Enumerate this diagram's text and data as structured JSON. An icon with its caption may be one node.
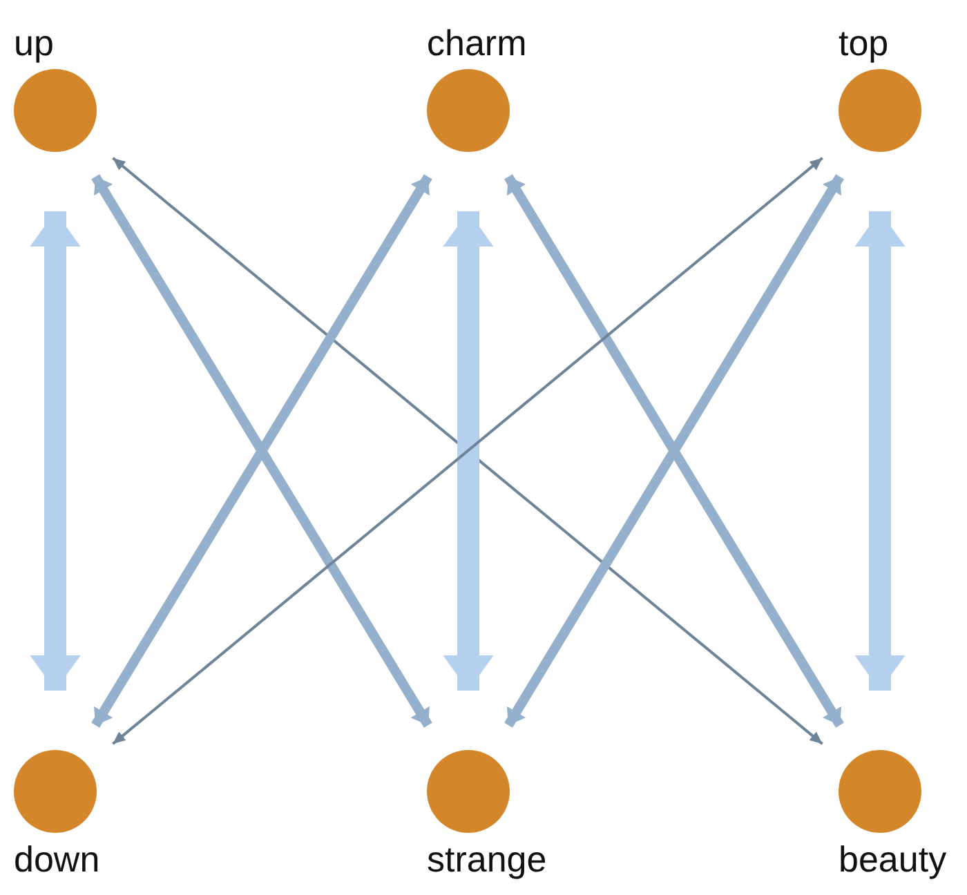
{
  "diagram": {
    "nodes": [
      {
        "text": [
          "up"
        ]
      },
      {
        "text": [
          "charm"
        ]
      },
      {
        "text": [
          "top"
        ]
      },
      {
        "text": [
          "down"
        ]
      },
      {
        "text": [
          "strange"
        ]
      },
      {
        "text": [
          "beauty"
        ]
      }
    ],
    "edges": [
      {
        "from": 0,
        "to": 3,
        "arrow": "both",
        "style": "thick",
        "color": "#b4d0ee"
      },
      {
        "from": 0,
        "to": 4,
        "arrow": "both"
      },
      {
        "from": 0,
        "to": 5,
        "arrow": "both",
        "color": "#6f8499"
      },
      {
        "from": 1,
        "to": 3,
        "arrow": "both"
      },
      {
        "from": 1,
        "to": 4,
        "arrow": "both",
        "style": "thick",
        "color": "#b4d0ee"
      },
      {
        "from": 1,
        "to": 5,
        "arrow": "both"
      },
      {
        "from": 2,
        "to": 3,
        "arrow": "both",
        "color": "#6f8499"
      },
      {
        "from": 2,
        "to": 4,
        "arrow": "both"
      },
      {
        "from": 2,
        "to": 5,
        "arrow": "both",
        "style": "thick",
        "color": "#b4d0ee"
      }
    ]
  }
}
